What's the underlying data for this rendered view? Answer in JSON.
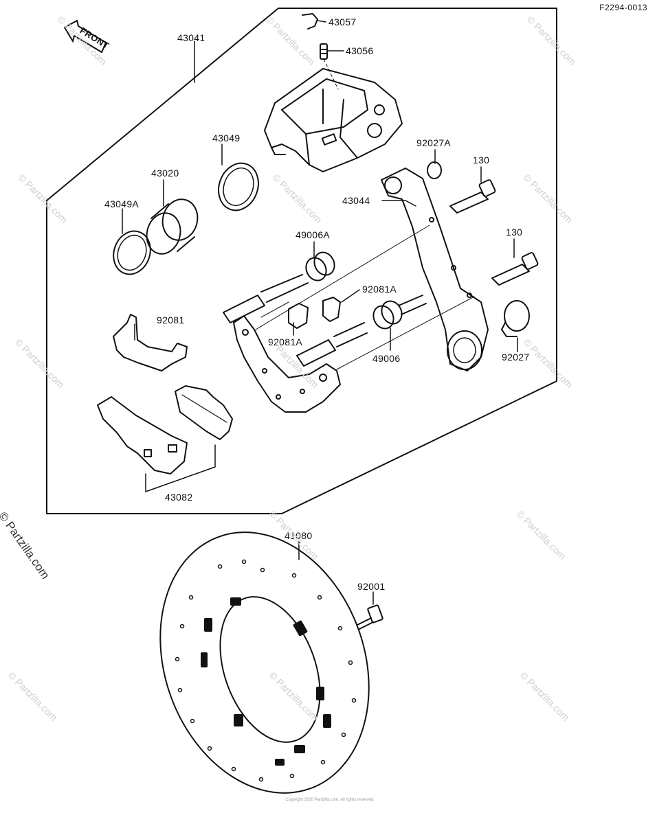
{
  "reference_code": "F2294-0013",
  "front_label": "FRONT",
  "watermark_text": "© Partzilla.com",
  "footer_text": "Copyright 2020 Partzilla.com. All rights reserved.",
  "callouts": {
    "c43041": "43041",
    "c43057": "43057",
    "c43056": "43056",
    "c43049": "43049",
    "c43020": "43020",
    "c43049A": "43049A",
    "c92027A": "92027A",
    "c130a": "130",
    "c130b": "130",
    "c43044": "43044",
    "c49006A": "49006A",
    "c92081A_top": "92081A",
    "c92081": "92081",
    "c92081A_bot": "92081A",
    "c49006": "49006",
    "c92027": "92027",
    "c43082": "43082",
    "c41080": "41080",
    "c92001": "92001"
  },
  "colors": {
    "line": "#111111",
    "watermark": "#cfcfcf"
  }
}
